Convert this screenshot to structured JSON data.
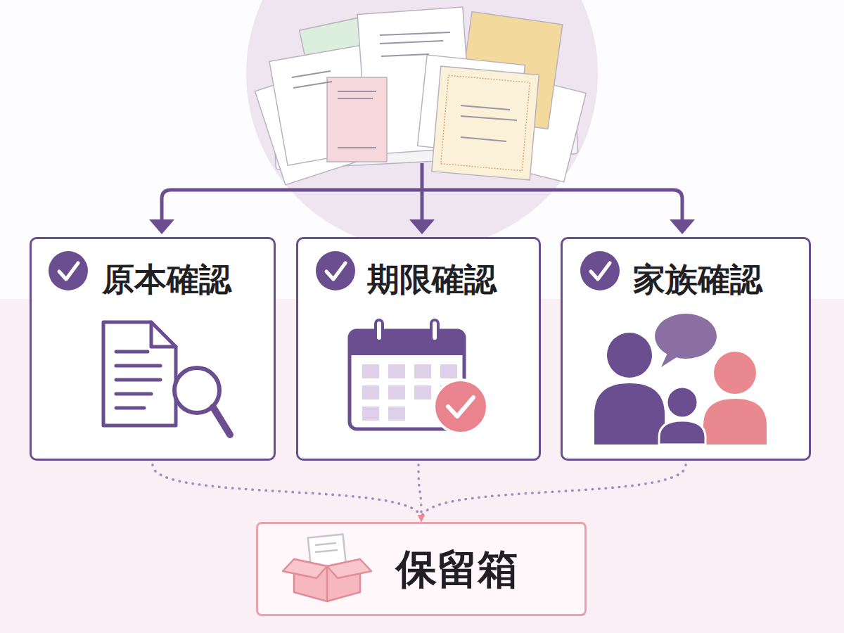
{
  "diagram": {
    "nodes": [
      {
        "text": [
          "原本確認"
        ]
      },
      {
        "text": [
          "期限確認"
        ]
      },
      {
        "text": [
          "家族確認"
        ]
      },
      {
        "text": [
          "保留箱"
        ]
      }
    ],
    "edges": [
      {
        "from": 0,
        "to": 3,
        "arrow": "to"
      },
      {
        "from": 1,
        "to": 3,
        "arrow": "to"
      },
      {
        "from": 2,
        "to": 3,
        "arrow": "to"
      }
    ]
  }
}
